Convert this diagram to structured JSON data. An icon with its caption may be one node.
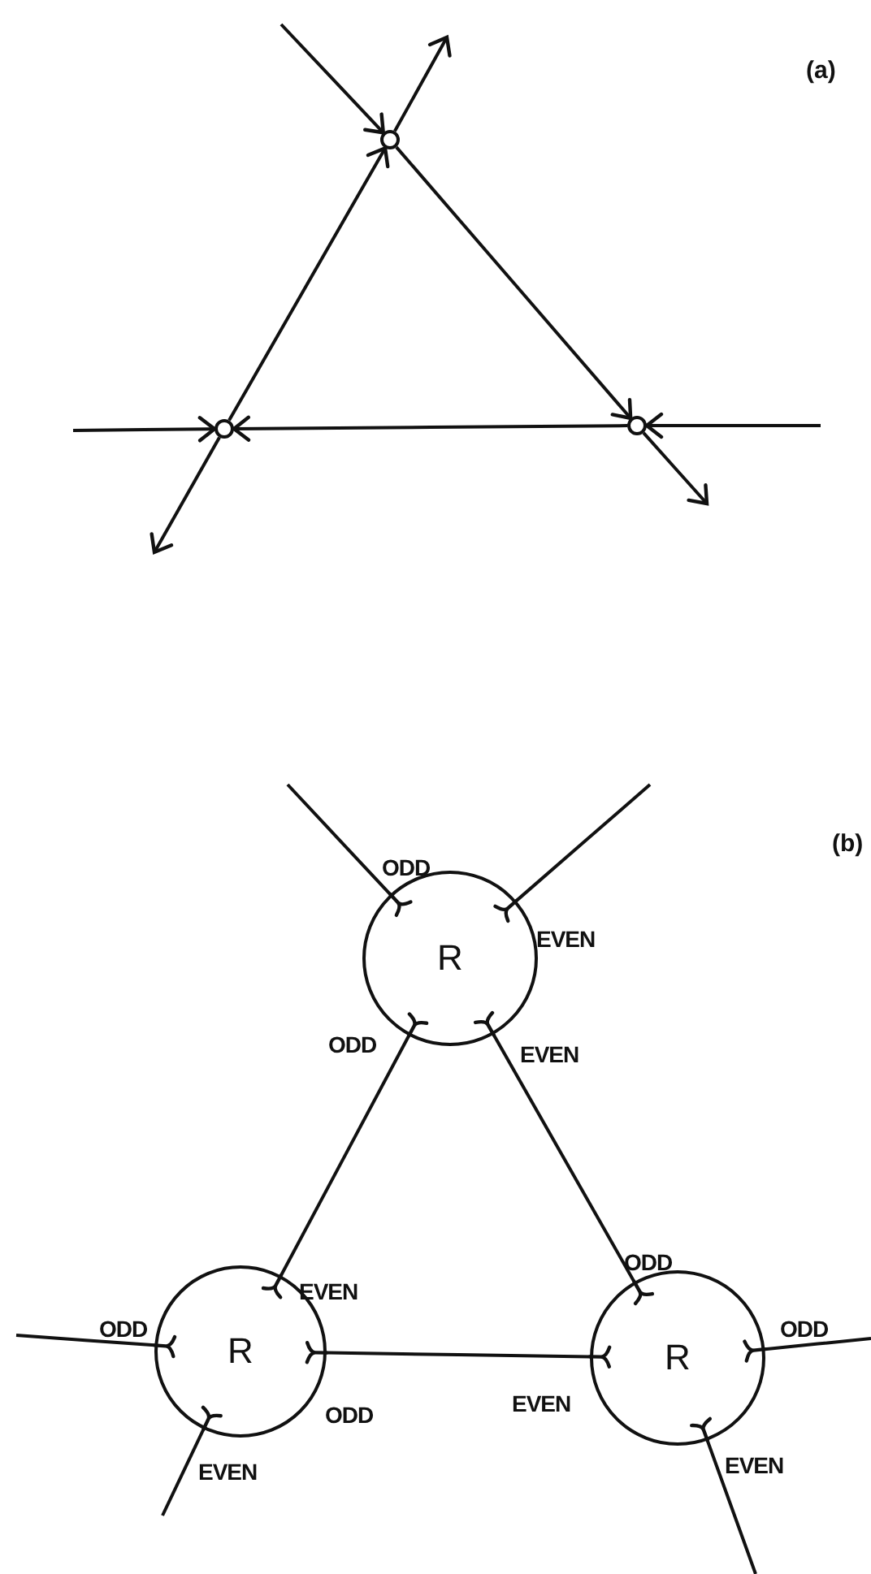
{
  "diagram": {
    "nodes": [
      {
        "text": [],
        "shape": "circle"
      },
      {
        "text": [],
        "shape": "circle"
      },
      {
        "text": [],
        "shape": "circle"
      },
      {
        "text": [
          "R"
        ]
      },
      {
        "text": [
          "R"
        ]
      },
      {
        "text": [
          "R"
        ]
      }
    ],
    "edges": [
      {
        "from": null,
        "to": 0,
        "arrow": "to"
      },
      {
        "from": 0,
        "to": null,
        "arrow": "to"
      },
      {
        "from": 0,
        "to": 2,
        "arrow": "to"
      },
      {
        "from": 1,
        "to": 0,
        "arrow": "to"
      },
      {
        "from": 2,
        "to": 1,
        "arrow": "to"
      },
      {
        "from": null,
        "to": 1,
        "arrow": "to"
      },
      {
        "from": 1,
        "to": null,
        "arrow": "to"
      },
      {
        "from": null,
        "to": 2,
        "arrow": "to"
      },
      {
        "from": 2,
        "to": null,
        "arrow": "to"
      },
      {
        "from": null,
        "to": 3,
        "arrow": "other"
      },
      {
        "from": null,
        "to": 3,
        "arrow": "other"
      },
      {
        "from": 3,
        "to": 4,
        "arrow": "other"
      },
      {
        "from": 3,
        "to": 5,
        "arrow": "other"
      },
      {
        "from": 4,
        "to": 5,
        "arrow": "other"
      },
      {
        "from": null,
        "to": 4,
        "arrow": "other"
      },
      {
        "from": null,
        "to": 4,
        "arrow": "other"
      },
      {
        "from": null,
        "to": 5,
        "arrow": "other"
      },
      {
        "from": null,
        "to": 5,
        "arrow": "other"
      }
    ],
    "labels": [
      "(a)",
      "(b)",
      "ODD",
      "EVEN",
      "ODD",
      "EVEN",
      "ODD",
      "EVEN",
      "ODD",
      "ODD",
      "EVEN",
      "ODD",
      "EVEN",
      "EVEN"
    ]
  }
}
